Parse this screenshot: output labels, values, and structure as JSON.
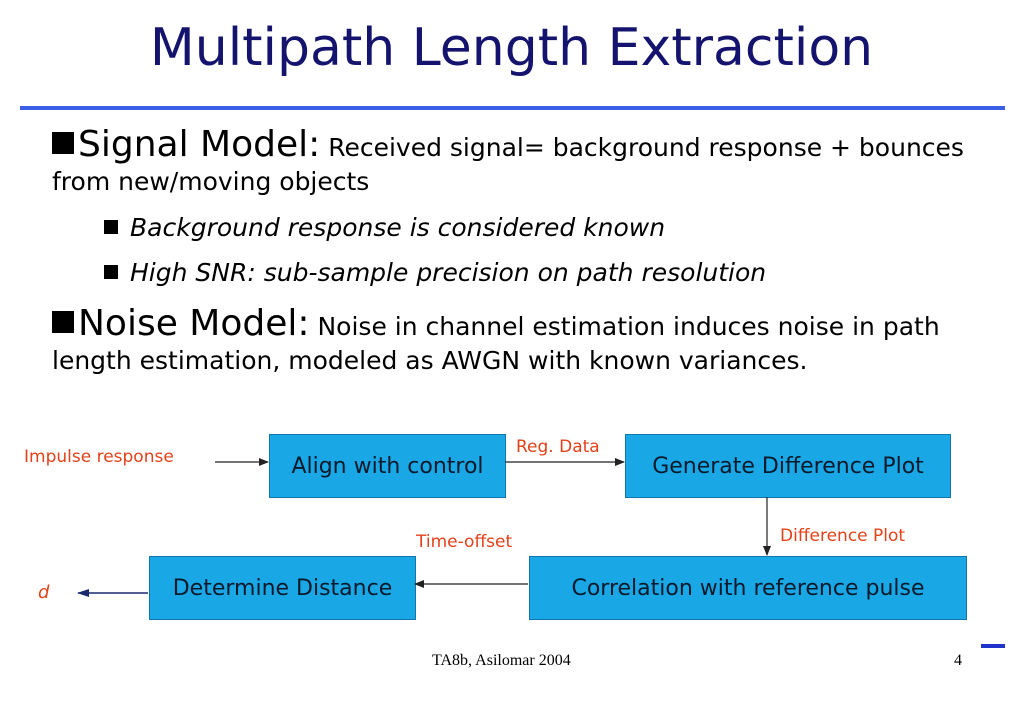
{
  "title": "Multipath Length Extraction",
  "signal_model": {
    "heading": "Signal Model:",
    "text": " Received signal= background response + bounces from new/moving objects",
    "bullets": [
      "Background response is considered known",
      "High SNR: sub-sample precision on path resolution"
    ]
  },
  "noise_model": {
    "heading": "Noise Model:",
    "text": " Noise in channel estimation induces noise in path length estimation, modeled as AWGN with known variances."
  },
  "diagram": {
    "input_label": "Impulse response",
    "box_align": "Align with control",
    "label_reg": "Reg. Data",
    "box_generate": "Generate Difference Plot",
    "label_diff": "Difference Plot",
    "box_correlation": "Correlation with reference pulse",
    "label_time": "Time-offset",
    "box_determine": "Determine Distance",
    "output_label": "d",
    "label_color": "#e2421a",
    "box_color": "#1aa7e6"
  },
  "footer": {
    "center": "TA8b, Asilomar 2004",
    "page": "4"
  }
}
